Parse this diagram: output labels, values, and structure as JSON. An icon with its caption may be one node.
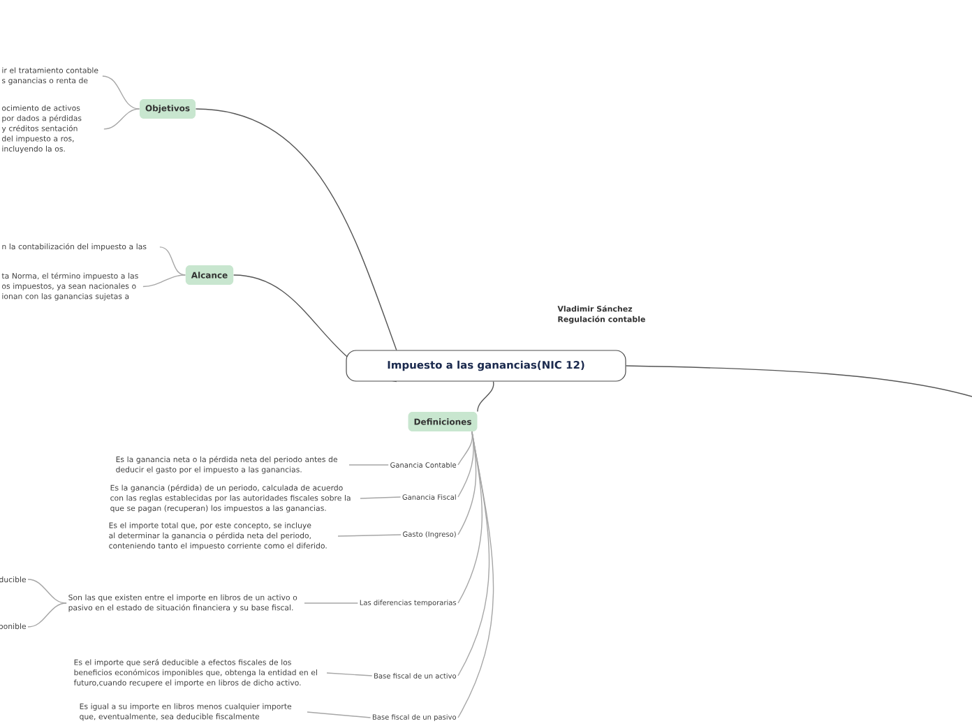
{
  "diagram": {
    "nodes": [
      {
        "text": [
          "Impuesto a las ganancias(NIC 12)"
        ]
      },
      {
        "text": [
          "Objetivos"
        ]
      },
      {
        "text": [
          "ir el tratamiento contable s ganancias o renta de"
        ]
      },
      {
        "text": [
          "ocimiento de activos por dados a pérdidas y créditos sentación del impuesto a ros, incluyendo la os."
        ]
      },
      {
        "text": [
          "Alcance"
        ]
      },
      {
        "text": [
          "n la contabilización del impuesto a las"
        ]
      },
      {
        "text": [
          "ta Norma, el término impuesto a las os impuestos, ya sean nacionales o ionan con las ganancias sujetas a"
        ]
      },
      {
        "text": [
          "Definiciones"
        ]
      },
      {
        "text": [
          "Ganancia Contable"
        ]
      },
      {
        "text": [
          "Es la ganancia neta o la pérdida neta del periodo antes de deducir el gasto por el impuesto a las ganancias."
        ]
      },
      {
        "text": [
          "Ganancia Fiscal"
        ]
      },
      {
        "text": [
          "Es la ganancia (pérdida) de un periodo, calculada de acuerdo con las reglas establecidas por las autoridades fiscales sobre la que se pagan (recuperan) los impuestos a las ganancias."
        ]
      },
      {
        "text": [
          "Gasto (Ingreso)"
        ]
      },
      {
        "text": [
          "Es el importe total que, por este concepto, se incluye al determinar la ganancia o pérdida neta del periodo, conteniendo tanto el impuesto corriente como el diferido."
        ]
      },
      {
        "text": [
          "Las diferencias temporarias"
        ]
      },
      {
        "text": [
          "Son las que existen entre el importe en libros de un activo o pasivo en el estado de situación financiera y su base fiscal."
        ]
      },
      {
        "text": [
          "ducible"
        ]
      },
      {
        "text": [
          "ponible"
        ]
      },
      {
        "text": [
          "Base fiscal de un activo"
        ]
      },
      {
        "text": [
          "Es el importe que será deducible a efectos fiscales de los beneficios económicos imponibles que, obtenga la entidad en el futuro,cuando recupere el importe en libros de dicho activo."
        ]
      },
      {
        "text": [
          "Base fiscal de un pasivo"
        ]
      },
      {
        "text": [
          "Es igual a su importe en libros menos cualquier importe que, eventualmente, sea deducible fiscalmente"
        ]
      }
    ],
    "edges": [
      {
        "from": 0,
        "to": 1,
        "arrow": "none",
        "color": "#555555"
      },
      {
        "from": 1,
        "to": 2,
        "arrow": "none"
      },
      {
        "from": 1,
        "to": 3,
        "arrow": "none"
      },
      {
        "from": 0,
        "to": 4,
        "arrow": "none",
        "color": "#555555"
      },
      {
        "from": 4,
        "to": 5,
        "arrow": "none"
      },
      {
        "from": 4,
        "to": 6,
        "arrow": "none"
      },
      {
        "from": 0,
        "to": 7,
        "arrow": "none",
        "color": "#555555"
      },
      {
        "from": 7,
        "to": 8,
        "arrow": "none"
      },
      {
        "from": 8,
        "to": 9,
        "arrow": "none"
      },
      {
        "from": 7,
        "to": 10,
        "arrow": "none"
      },
      {
        "from": 10,
        "to": 11,
        "arrow": "none"
      },
      {
        "from": 7,
        "to": 12,
        "arrow": "none"
      },
      {
        "from": 12,
        "to": 13,
        "arrow": "none"
      },
      {
        "from": 7,
        "to": 14,
        "arrow": "none"
      },
      {
        "from": 14,
        "to": 15,
        "arrow": "none"
      },
      {
        "from": 15,
        "to": 16,
        "arrow": "none"
      },
      {
        "from": 15,
        "to": 17,
        "arrow": "none"
      },
      {
        "from": 7,
        "to": 18,
        "arrow": "none"
      },
      {
        "from": 18,
        "to": 19,
        "arrow": "none"
      },
      {
        "from": 7,
        "to": 20,
        "arrow": "none"
      },
      {
        "from": 20,
        "to": 21,
        "arrow": "none"
      },
      {
        "from": 0,
        "to": null,
        "arrow": "none",
        "color": "#555555"
      }
    ],
    "labels": [
      "Vladimir Sánchez",
      "Regulación contable"
    ]
  }
}
